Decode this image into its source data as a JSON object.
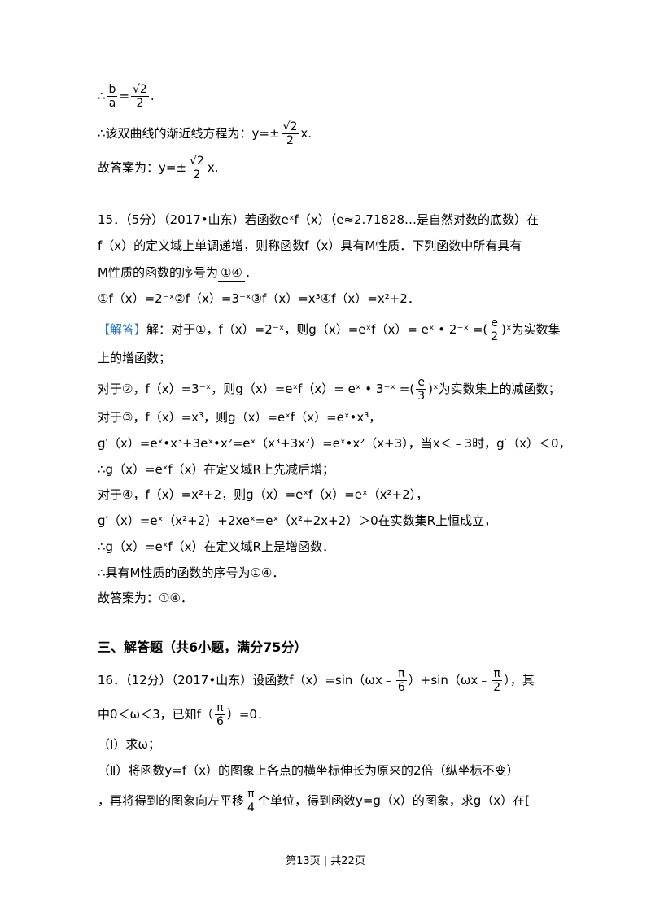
{
  "top": {
    "l1": {
      "pre": "∴",
      "frac1_num": "b",
      "frac1_den": "a",
      "eq": "=",
      "frac2_num": "√2",
      "frac2_den": "2",
      "post": "."
    },
    "l2": {
      "pre": "∴该双曲线的渐近线方程为：y=±",
      "frac_num": "√2",
      "frac_den": "2",
      "post": "x."
    },
    "l3": {
      "pre": "故答案为：y=±",
      "frac_num": "√2",
      "frac_den": "2",
      "post": "x."
    }
  },
  "q15": {
    "line1": "15．（5分）（2017•山东）若函数eˣf（x）（e≈2.71828…是自然对数的底数）在",
    "line2": "f（x）的定义域上单调递增，则称函数f（x）具有M性质．下列函数中所有具有",
    "line3_pre": "M性质的函数的序号为",
    "answer": "①④",
    "line3_post": "．",
    "options": "①f（x）=2⁻ˣ②f（x）=3⁻ˣ③f（x）=x³④f（x）=x²+2．",
    "sol_tag": "【解答】",
    "sol1_pre": "解：对于①，f（x）=2⁻ˣ，则g（x）=eˣf（x）= eˣ • 2⁻ˣ =(",
    "sol1_frac_num": "e",
    "sol1_frac_den": "2",
    "sol1_post": ")ˣ为实数集",
    "sol2": "上的增函数；",
    "sol3_pre": "对于②，f（x）=3⁻ˣ，则g（x）=eˣf（x）= eˣ • 3⁻ˣ =(",
    "sol3_frac_num": "e",
    "sol3_frac_den": "3",
    "sol3_post": ")ˣ为实数集上的减函数；",
    "sol4": "对于③，f（x）=x³，则g（x）=eˣf（x）=eˣ•x³，",
    "sol5": "g′（x）=eˣ•x³+3eˣ•x²=eˣ（x³+3x²）=eˣ•x²（x+3），当x＜﹣3时，g′（x）＜0，",
    "sol6": "∴g（x）=eˣf（x）在定义域R上先减后增；",
    "sol7": "对于④，f（x）=x²+2，则g（x）=eˣf（x）=eˣ（x²+2），",
    "sol8": "g′（x）=eˣ（x²+2）+2xeˣ=eˣ（x²+2x+2）＞0在实数集R上恒成立，",
    "sol9": "∴g（x）=eˣf（x）在定义域R上是增函数．",
    "sol10": "∴具有M性质的函数的序号为①④．",
    "sol11": "故答案为：①④．"
  },
  "section3": {
    "heading": "三、解答题（共6小题，满分75分）"
  },
  "q16": {
    "line1_pre": "16．（12分）（2017•山东）设函数f（x）=sin（ωx﹣",
    "frac1_num": "π",
    "frac1_den": "6",
    "line1_mid": "）+sin（ωx﹣",
    "frac2_num": "π",
    "frac2_den": "2",
    "line1_post": "），其",
    "line2_pre": "中0＜ω＜3，已知f（",
    "frac3_num": "π",
    "frac3_den": "6",
    "line2_post": "）=0．",
    "part1": "（Ⅰ）求ω；",
    "part2": "（Ⅱ）将函数y=f（x）的图象上各点的横坐标伸长为原来的2倍（纵坐标不变）",
    "part2b_pre": "，再将得到的图象向左平移",
    "frac4_num": "π",
    "frac4_den": "4",
    "part2b_post": "个单位，得到函数y=g（x）的图象，求g（x）在["
  },
  "footer": {
    "text": "第13页 | 共22页"
  }
}
